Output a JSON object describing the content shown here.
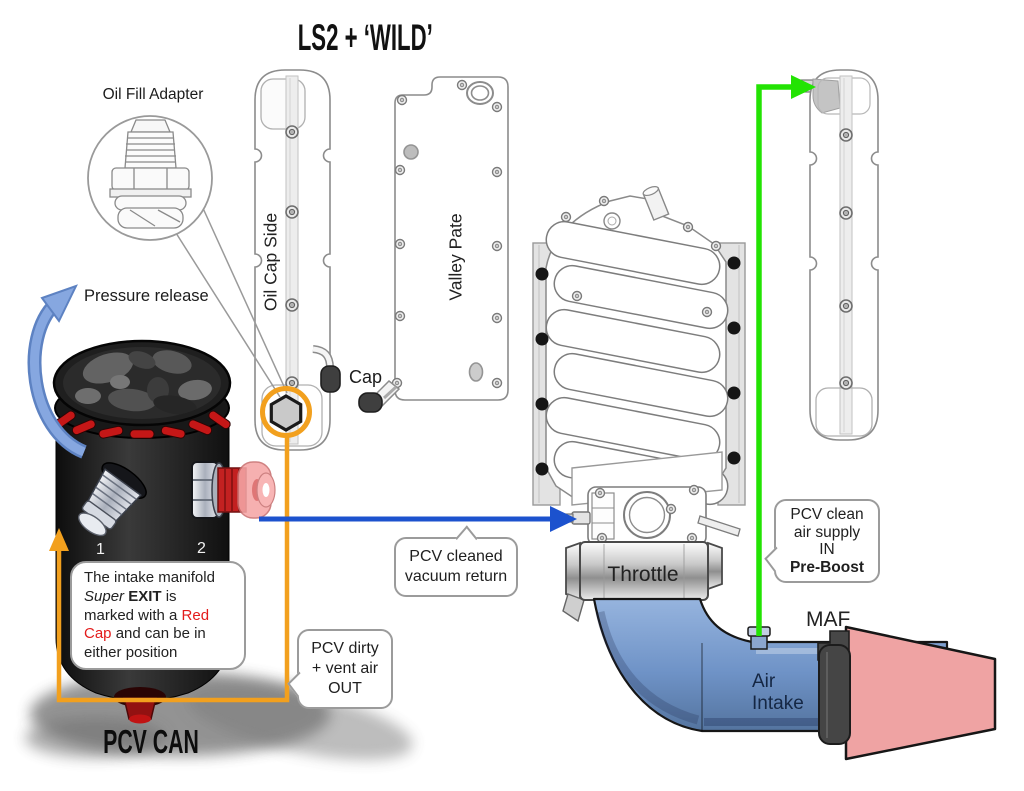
{
  "title": "LS2 + ‘WILD’",
  "labels": {
    "oil_fill_adapter": "Oil Fill Adapter",
    "pressure_release": "Pressure release",
    "oil_cap_side": "Oil Cap Side",
    "valley_plate": "Valley Pate",
    "cap": "Cap",
    "port1": "1",
    "port2": "2",
    "pcv_can": "PCV CAN",
    "throttle": "Throttle",
    "maf": "MAF",
    "air_intake_line1": "Air",
    "air_intake_line2": "Intake"
  },
  "note": {
    "line1": "The intake manifold",
    "line2_italic": "Super ",
    "line2_bold": "EXIT",
    "line2_rest": " is",
    "line3_rest": "marked with a ",
    "line3_red": "Red",
    "line4_red": "Cap",
    "line4_rest": " and can be in",
    "line5": "either position"
  },
  "bubbles": {
    "dirty_out": {
      "line1": "PCV dirty",
      "line2": "+ vent air",
      "line3": "OUT"
    },
    "cleaned_return": {
      "line1": "PCV cleaned",
      "line2": "vacuum return"
    },
    "clean_in": {
      "line1": "PCV clean",
      "line2": "air supply",
      "line3": "IN",
      "line4_bold": "Pre-Boost"
    }
  },
  "colors": {
    "orange_route": "#F2A01E",
    "blue_route": "#1C52CE",
    "green_route": "#23E303",
    "pressure_arrow": "#86A7E0",
    "intake_tube_blue": "#7A9CD0",
    "filter_pink": "#EFA3A3",
    "red_cap_accent": "#C32121",
    "note_red_text": "#E31B1B"
  }
}
